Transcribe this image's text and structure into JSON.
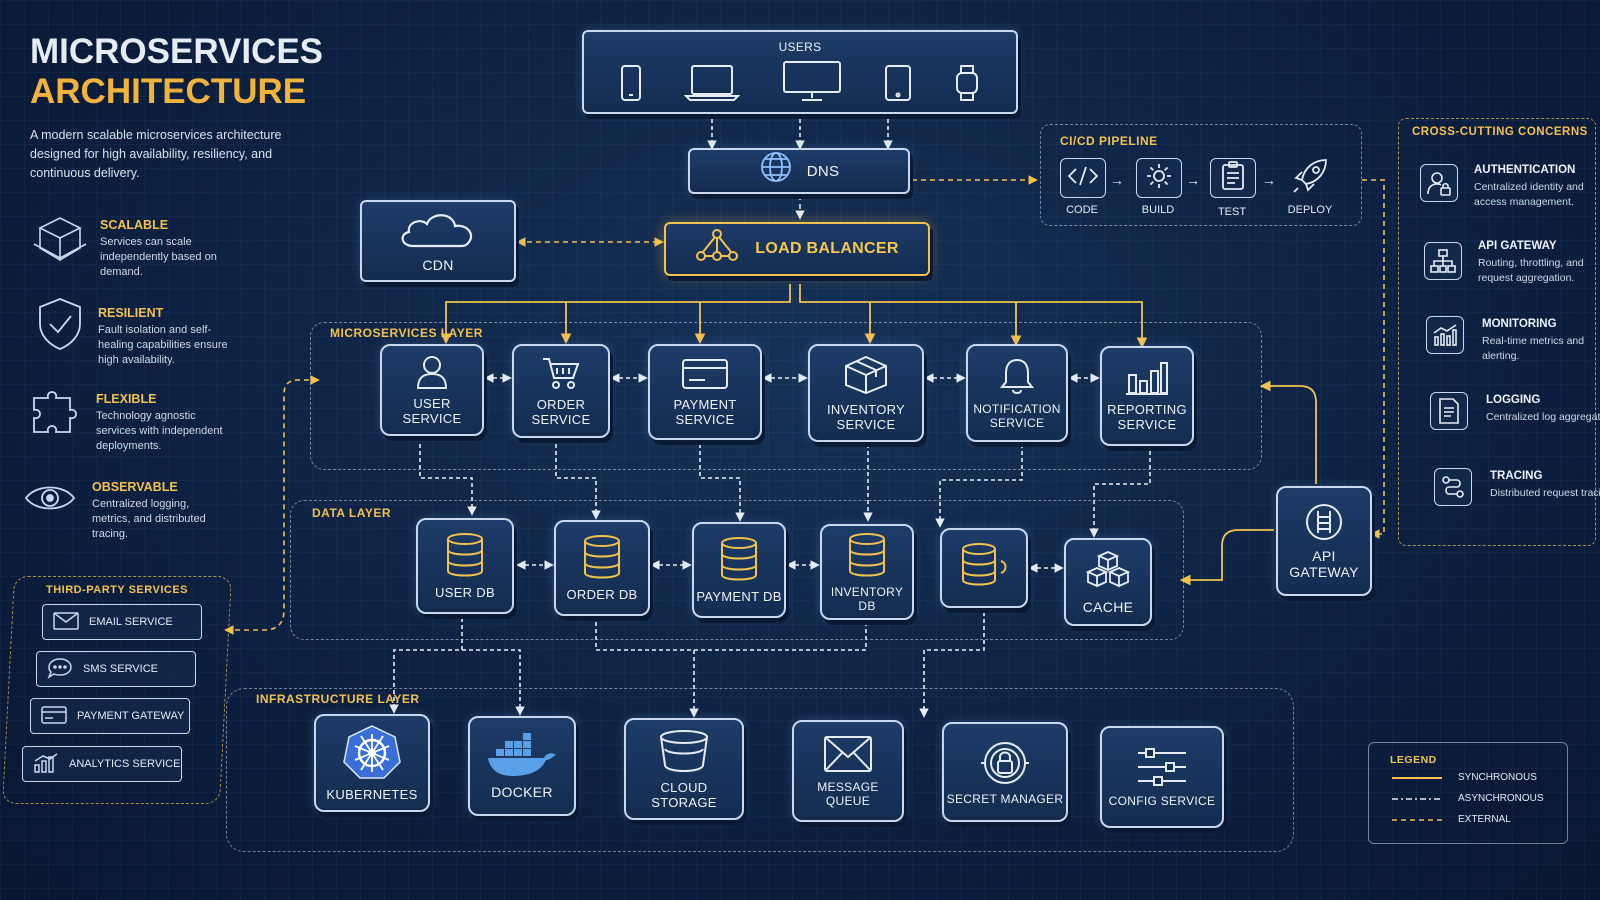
{
  "title": {
    "line1": "MICROSERVICES",
    "line2": "ARCHITECTURE"
  },
  "description": "A modern scalable microservices architecture designed for high availability, resiliency, and continuous delivery.",
  "features": [
    {
      "title": "SCALABLE",
      "text": "Services can scale independently based on demand.",
      "icon": "cube-icon"
    },
    {
      "title": "RESILIENT",
      "text": "Fault isolation and self-healing capabilities ensure high availability.",
      "icon": "shield-check-icon"
    },
    {
      "title": "FLEXIBLE",
      "text": "Technology agnostic services with independent deployments.",
      "icon": "puzzle-icon"
    },
    {
      "title": "OBSERVABLE",
      "text": "Centralized logging, metrics, and distributed tracing.",
      "icon": "eye-icon"
    }
  ],
  "users": {
    "label": "USERS",
    "devices": [
      "phone-icon",
      "laptop-icon",
      "desktop-icon",
      "tablet-icon",
      "watch-icon"
    ]
  },
  "dns": {
    "label": "DNS"
  },
  "cdn": {
    "label": "CDN"
  },
  "load_balancer": {
    "label": "LOAD BALANCER"
  },
  "cicd": {
    "title": "CI/CD PIPELINE",
    "steps": [
      "CODE",
      "BUILD",
      "TEST",
      "DEPLOY"
    ]
  },
  "cross_cutting": {
    "title": "CROSS-CUTTING CONCERNS",
    "items": [
      {
        "title": "AUTHENTICATION",
        "text": "Centralized identity and access management.",
        "icon": "user-lock-icon"
      },
      {
        "title": "API GATEWAY",
        "text": "Routing, throttling, and request aggregation.",
        "icon": "hierarchy-icon"
      },
      {
        "title": "MONITORING",
        "text": "Real-time metrics and alerting.",
        "icon": "chart-icon"
      },
      {
        "title": "LOGGING",
        "text": "Centralized log aggregation.",
        "icon": "document-icon"
      },
      {
        "title": "TRACING",
        "text": "Distributed request tracing.",
        "icon": "trace-icon"
      }
    ]
  },
  "microservices_layer": {
    "label": "MICROSERVICES LAYER",
    "services": [
      {
        "line1": "USER",
        "line2": "SERVICE",
        "icon": "user-icon"
      },
      {
        "line1": "ORDER",
        "line2": "SERVICE",
        "icon": "cart-icon"
      },
      {
        "line1": "PAYMENT",
        "line2": "SERVICE",
        "icon": "card-icon"
      },
      {
        "line1": "INVENTORY",
        "line2": "SERVICE",
        "icon": "box-icon"
      },
      {
        "line1": "NOTIFICATION",
        "line2": "SERVICE",
        "icon": "bell-icon"
      },
      {
        "line1": "REPORTING",
        "line2": "SERVICE",
        "icon": "bar-chart-icon"
      }
    ]
  },
  "data_layer": {
    "label": "DATA LAYER",
    "stores": [
      "USER DB",
      "ORDER DB",
      "PAYMENT DB",
      "INVENTORY DB",
      "",
      "CACHE"
    ]
  },
  "api_gateway": {
    "line1": "API",
    "line2": "GATEWAY"
  },
  "third_party": {
    "title": "THIRD-PARTY SERVICES",
    "items": [
      {
        "label": "EMAIL SERVICE",
        "icon": "mail-icon"
      },
      {
        "label": "SMS SERVICE",
        "icon": "chat-icon"
      },
      {
        "label": "PAYMENT GATEWAY",
        "icon": "card-icon"
      },
      {
        "label": "ANALYTICS SERVICE",
        "icon": "analytics-icon"
      }
    ]
  },
  "infrastructure_layer": {
    "label": "INFRASTRUCTURE LAYER",
    "items": [
      {
        "label": "KUBERNETES",
        "icon": "kubernetes-icon"
      },
      {
        "label": "DOCKER",
        "icon": "docker-icon"
      },
      {
        "label": "CLOUD STORAGE",
        "icon": "bucket-icon"
      },
      {
        "label": "MESSAGE QUEUE",
        "icon": "envelope-icon"
      },
      {
        "label": "SECRET MANAGER",
        "icon": "lock-icon"
      },
      {
        "label": "CONFIG SERVICE",
        "icon": "sliders-icon"
      }
    ]
  },
  "legend": {
    "title": "LEGEND",
    "items": [
      {
        "label": "SYNCHRONOUS",
        "color": "#f2c14e",
        "style": "solid"
      },
      {
        "label": "ASYNCHRONOUS",
        "color": "#e6ecf4",
        "style": "dash-dot"
      },
      {
        "label": "EXTERNAL",
        "color": "#f2c14e",
        "style": "dashed"
      }
    ]
  },
  "colors": {
    "accent": "#f2c14e",
    "line": "#e6ecf4",
    "background": "#0d2142"
  }
}
